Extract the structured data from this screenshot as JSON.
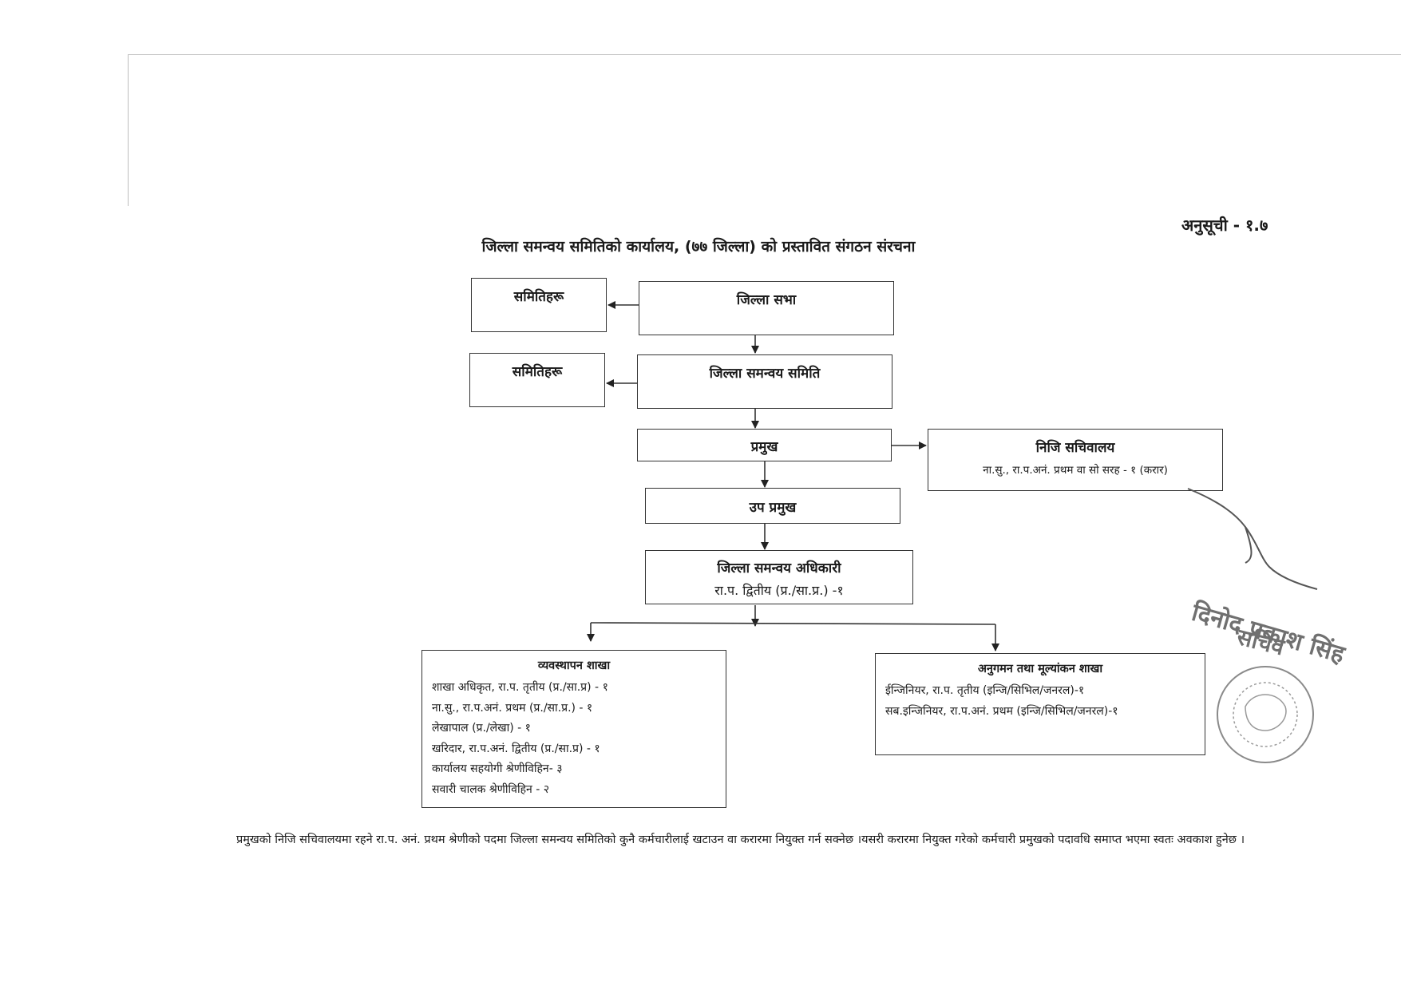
{
  "annex_label": "अनुसूची - १.७",
  "title": "जिल्ला समन्वय समितिको कार्यालय, (७७ जिल्ला) को प्रस्तावित संगठन संरचना",
  "nodes": {
    "committees_1": "समितिहरू",
    "district_assembly": "जिल्ला सभा",
    "committees_2": "समितिहरू",
    "coordination_committee": "जिल्ला समन्वय समिति",
    "chief": "प्रमुख",
    "private_secretariat": {
      "title": "निजि सचिवालय",
      "detail": "ना.सु., रा.प.अनं. प्रथम वा सो सरह - १ (करार)"
    },
    "deputy_chief": "उप प्रमुख",
    "coordination_officer": {
      "title": "जिल्ला समन्वय अधिकारी",
      "detail": "रा.प. द्वितीय (प्र./सा.प्र.) -१"
    }
  },
  "branches": {
    "management": {
      "title": "व्यवस्थापन शाखा",
      "lines": [
        "शाखा अधिकृत, रा.प. तृतीय (प्र./सा.प्र) - १",
        "ना.सु., रा.प.अनं. प्रथम (प्र./सा.प्र.) - १",
        "लेखापाल (प्र./लेखा) - १",
        "खरिदार, रा.प.अनं. द्वितीय  (प्र./सा.प्र) - १",
        "कार्यालय सहयोगी श्रेणीविहिन- ३",
        "सवारी चालक श्रेणीविहिन - २"
      ]
    },
    "monitoring": {
      "title": "अनुगमन तथा मूल्यांकन शाखा",
      "lines": [
        "ईन्जिनियर, रा.प. तृतीय (इन्जि/सिभिल/जनरल)-१",
        "सब.इन्जिनियर, रा.प.अनं. प्रथम (इन्जि/सिभिल/जनरल)-१"
      ]
    }
  },
  "note": "प्रमुखको निजि सचिवालयमा रहने रा.प. अनं. प्रथम श्रेणीको पदमा जिल्ला समन्वय समितिको कुनै कर्मचारीलाई खटाउन वा करारमा नियुक्त गर्न सक्नेछ ।यसरी करारमा नियुक्त गरेको कर्मचारी प्रमुखको पदावधि समाप्त भएमा स्वतः अवकाश हुनेछ ।",
  "signature": {
    "name": "दिनोद प्रकाश सिंह",
    "designation": "सचिव"
  },
  "colors": {
    "ink": "#1a1a1a",
    "line": "#333333",
    "stamp": "#8a8a8a"
  }
}
